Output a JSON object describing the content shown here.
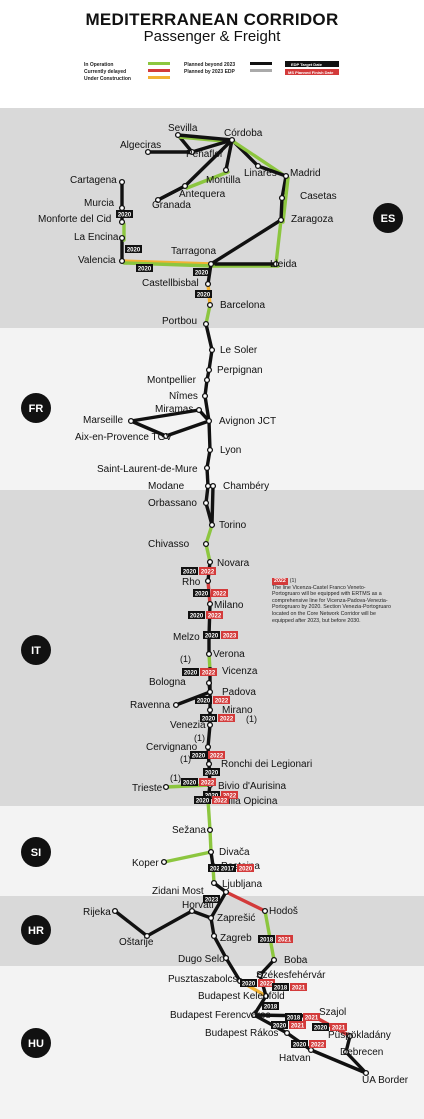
{
  "title": {
    "line1": "MEDITERRANEAN CORRIDOR",
    "line2": "Passenger & Freight"
  },
  "legend": {
    "in_operation": "In Operation",
    "delayed": "Currently delayed",
    "construction": "Under Construction",
    "planned_beyond": "Planned beyond 2023",
    "planned_edp": "Planned by 2023 EDP",
    "edp_target": "EDP Target Date",
    "ms_finish": "MS Planned Finish Date"
  },
  "colors": {
    "operation": "#8cc63f",
    "delayed": "#d33a3a",
    "construction": "#f2b233",
    "planned": "#111111",
    "planned_edp": "#aaaaaa",
    "band_dark": "#d9d9d9",
    "band_light": "#f3f3f3"
  },
  "countries": [
    "ES",
    "FR",
    "IT",
    "SI",
    "HR",
    "HU"
  ],
  "stations": {
    "sevilla": "Sevilla",
    "cordoba": "Córdoba",
    "algeciras": "Algeciras",
    "penaflor": "Peñaflor",
    "montilla": "Montilla",
    "linares": "Linares",
    "madrid": "Madrid",
    "antequera": "Antequera",
    "cartagena": "Cartagena",
    "granada": "Granada",
    "casetas": "Casetas",
    "murcia": "Murcia",
    "monforte": "Monforte del Cid",
    "zaragoza": "Zaragoza",
    "encina": "La Encina",
    "valencia": "Valencia",
    "tarragona": "Tarragona",
    "lleida": "Lleida",
    "castellbisbal": "Castellbisbal",
    "barcelona": "Barcelona",
    "portbou": "Portbou",
    "lesoler": "Le Soler",
    "perpignan": "Perpignan",
    "montpellier": "Montpellier",
    "nimes": "Nîmes",
    "miramas": "Miramas",
    "marseille": "Marseille",
    "avignon": "Avignon JCT",
    "aix": "Aix-en-Provence TGV",
    "lyon": "Lyon",
    "saintlaurent": "Saint-Laurent-de-Mure",
    "modane": "Modane",
    "chambery": "Chambéry",
    "orbassano": "Orbassano",
    "torino": "Torino",
    "chivasso": "Chivasso",
    "novara": "Novara",
    "rho": "Rho",
    "milano": "Milano",
    "melzo": "Melzo",
    "verona": "Verona",
    "vicenza": "Vicenza",
    "bologna": "Bologna",
    "padova": "Padova",
    "ravenna": "Ravenna",
    "mirano": "Mirano",
    "venezia": "Venezia",
    "cervignano": "Cervignano",
    "ronchi": "Ronchi dei Legionari",
    "trieste": "Trieste",
    "bivio": "Bivio d'Aurisina",
    "opicina": "Villa Opicina",
    "sezana": "Sežana",
    "divaca": "Divača",
    "koper": "Koper",
    "postojna": "Postojna",
    "ljubljana": "Ljubljana",
    "zidani": "Zidani Most",
    "hodos": "Hodoš",
    "rijeka": "Rijeka",
    "horvati": "Horvati",
    "zapresic": "Zaprešić",
    "ostarije": "Oštarije",
    "zagreb": "Zagreb",
    "dugoselo": "Dugo Selo",
    "boba": "Boba",
    "szekesfehervar": "Székesfehérvár",
    "pusztaszabolcs": "Pusztaszabolcs",
    "kelenfold": "Budapest Kelenföld",
    "szajol": "Szajol",
    "ferencvaros": "Budapest Ferencváros",
    "puspokladany": "Püspökladány",
    "rakos": "Budapest Rákos",
    "debrecen": "Debrecen",
    "hatvan": "Hatvan",
    "uaborder": "UA Border"
  },
  "footnote_marks": [
    "(1)",
    "(1)",
    "(1)",
    "(1)",
    "(1)"
  ],
  "dates": {
    "b1": "2020",
    "b2": "2020",
    "b3": "2020",
    "b4": "2020",
    "b5": "2020",
    "b6": "2020",
    "b7": "2020",
    "b8": "2022",
    "b9": "2020",
    "b10": "2022",
    "b11": "2020",
    "b12": "2022",
    "b13": "2020",
    "b14": "2023",
    "b15": "2020",
    "b16": "2022",
    "b17": "2020",
    "b18": "2022",
    "b19": "2020",
    "b20": "2022",
    "b21": "2020",
    "b22": "2022",
    "b23": "2020",
    "b24": "2022",
    "b25": "2020",
    "b26": "2020",
    "b27": "2022",
    "b28": "2020",
    "b29": "2022",
    "b30": "2020",
    "b31": "2023",
    "b32": "2017",
    "b33": "2020",
    "b34": "2018",
    "b35": "2021",
    "b36": "2020",
    "b37": "2022",
    "b38": "2018",
    "b39": "2021",
    "b40": "2018",
    "b41": "2018",
    "b42": "2021",
    "b43": "2020",
    "b44": "2021",
    "b45": "2020",
    "b46": "2021",
    "b47": "2020",
    "b48": "2022"
  },
  "note": {
    "badge": "2022",
    "mark": "(1)",
    "text": "The line Vicenza-Castel Franco Veneto-Portogruaro will be equipped with ERTMS as a comprehensive line for Vicenza-Padova-Venezia-Portogruaro by 2020. Section Venezia-Portogruaro located on the Core Network Corridor will be equipped after 2023, but before 2030."
  }
}
